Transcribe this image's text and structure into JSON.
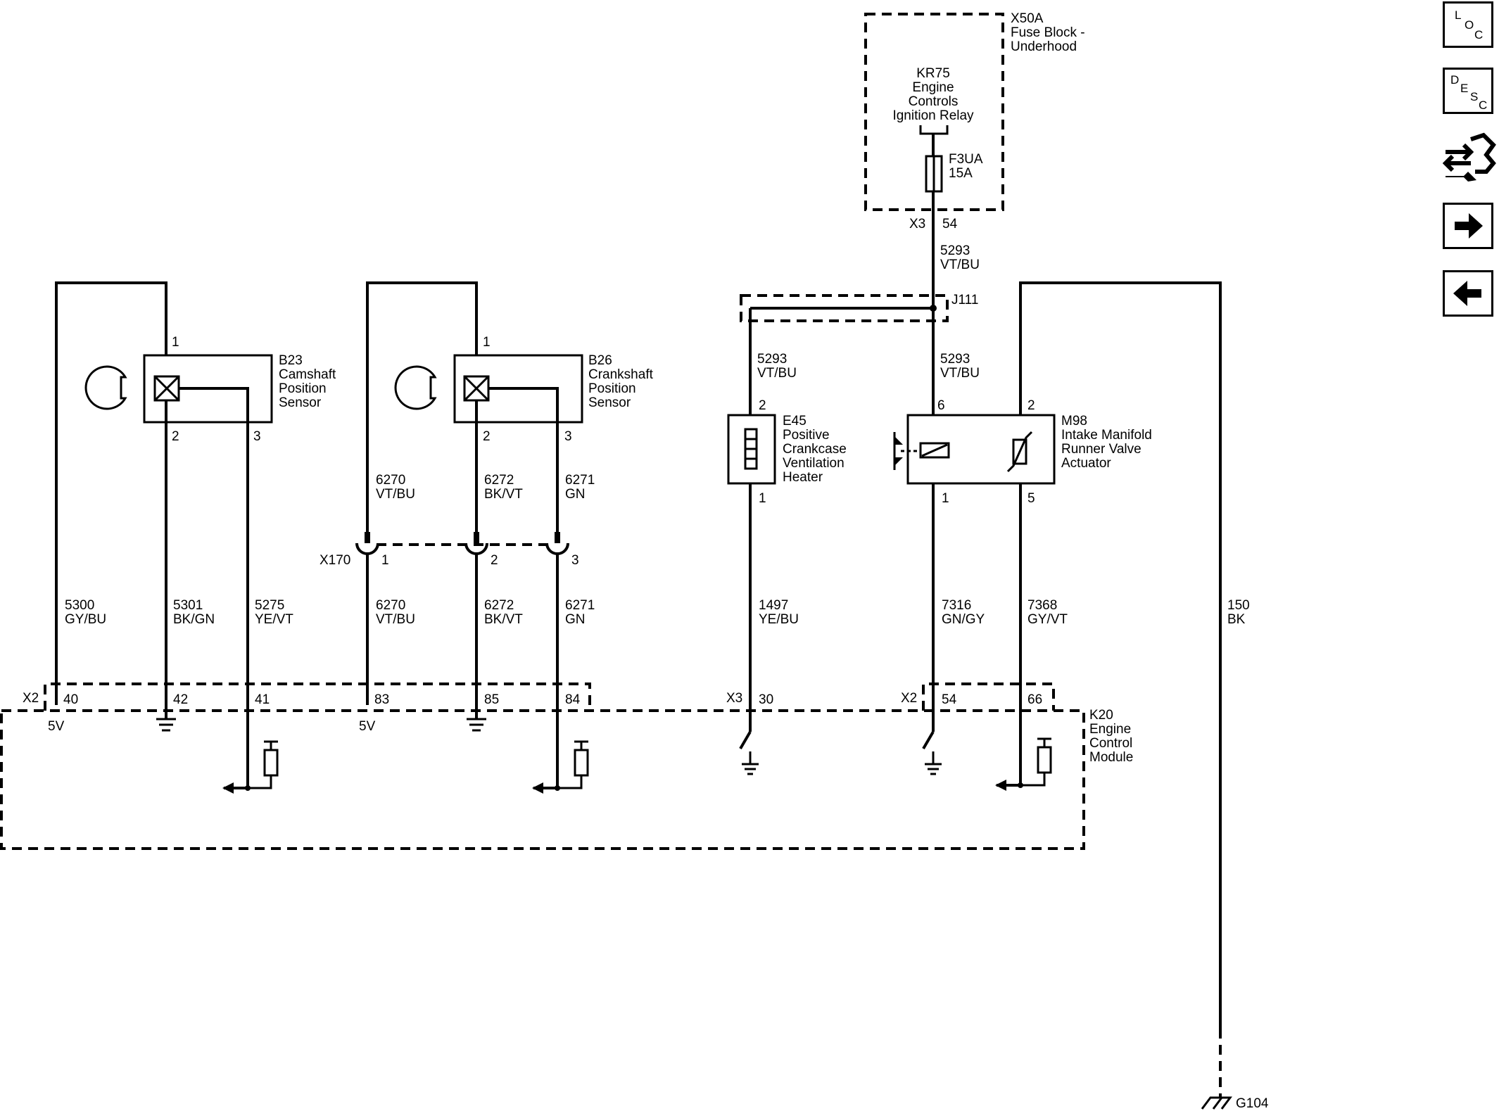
{
  "fuse_block": {
    "ref": "X50A",
    "name_line1": "Fuse Block -",
    "name_line2": "Underhood"
  },
  "relay": {
    "ref": "KR75",
    "line1": "Engine",
    "line2": "Controls",
    "line3": "Ignition Relay"
  },
  "fuse": {
    "ref": "F3UA",
    "rating": "15A"
  },
  "fuse_connector": {
    "ref": "X3",
    "pin": "54"
  },
  "splice": {
    "ref": "J111"
  },
  "cam_sensor": {
    "ref": "B23",
    "line1": "Camshaft",
    "line2": "Position",
    "line3": "Sensor",
    "pin1": "1",
    "pin2": "2",
    "pin3": "3"
  },
  "crank_sensor": {
    "ref": "B26",
    "line1": "Crankshaft",
    "line2": "Position",
    "line3": "Sensor",
    "pin1": "1",
    "pin2": "2",
    "pin3": "3"
  },
  "heater": {
    "ref": "E45",
    "line1": "Positive",
    "line2": "Crankcase",
    "line3": "Ventilation",
    "line4": "Heater",
    "pin_top": "2",
    "pin_bottom": "1"
  },
  "actuator": {
    "ref": "M98",
    "line1": "Intake Manifold",
    "line2": "Runner Valve",
    "line3": "Actuator",
    "pin6": "6",
    "pin2": "2",
    "pin1": "1",
    "pin5": "5"
  },
  "inline_connector": {
    "ref": "X170",
    "pin1": "1",
    "pin2": "2",
    "pin3": "3"
  },
  "ecm": {
    "ref": "K20",
    "line1": "Engine",
    "line2": "Control",
    "line3": "Module"
  },
  "ecm_connectors": {
    "x2_left": "X2",
    "x3": "X3",
    "x2_right": "X2",
    "pins": {
      "p40": "40",
      "p42": "42",
      "p41": "41",
      "p83": "83",
      "p85": "85",
      "p84": "84",
      "p30": "30",
      "p54": "54",
      "p66": "66"
    },
    "v5_a": "5V",
    "v5_b": "5V"
  },
  "wires": {
    "w5293_fuse": {
      "num": "5293",
      "color": "VT/BU"
    },
    "w5293_heater": {
      "num": "5293",
      "color": "VT/BU"
    },
    "w5293_act": {
      "num": "5293",
      "color": "VT/BU"
    },
    "w6270_up": {
      "num": "6270",
      "color": "VT/BU"
    },
    "w6272_up": {
      "num": "6272",
      "color": "BK/VT"
    },
    "w6271_up": {
      "num": "6271",
      "color": "GN"
    },
    "w5300": {
      "num": "5300",
      "color": "GY/BU"
    },
    "w5301": {
      "num": "5301",
      "color": "BK/GN"
    },
    "w5275": {
      "num": "5275",
      "color": "YE/VT"
    },
    "w6270_dn": {
      "num": "6270",
      "color": "VT/BU"
    },
    "w6272_dn": {
      "num": "6272",
      "color": "BK/VT"
    },
    "w6271_dn": {
      "num": "6271",
      "color": "GN"
    },
    "w1497": {
      "num": "1497",
      "color": "YE/BU"
    },
    "w7316": {
      "num": "7316",
      "color": "GN/GY"
    },
    "w7368": {
      "num": "7368",
      "color": "GY/VT"
    },
    "w150": {
      "num": "150",
      "color": "BK"
    }
  },
  "ground": {
    "ref": "G104"
  },
  "nav": {
    "loc": {
      "c1": "L",
      "c2": "O",
      "c3": "C",
      "icon": "loc-icon"
    },
    "desc": {
      "c1": "D",
      "c2": "E",
      "c3": "S",
      "c4": "C",
      "icon": "desc-icon"
    },
    "connector_icon": "connector-wrench-icon",
    "next_icon": "arrow-right-icon",
    "prev_icon": "arrow-left-icon"
  }
}
